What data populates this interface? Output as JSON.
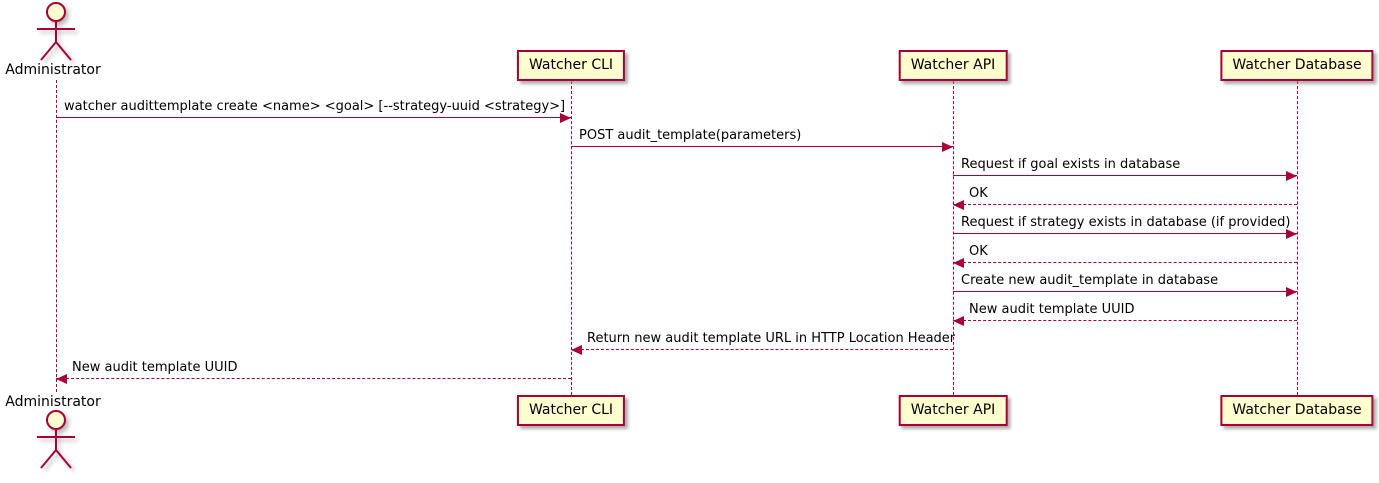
{
  "diagram": {
    "type": "uml-sequence-diagram",
    "colors": {
      "stroke": "#A80036",
      "participant_fill": "#FEFECE",
      "text": "#000000",
      "background": "#FFFFFF",
      "shadow": "#888888"
    },
    "participants": [
      {
        "id": "admin",
        "label": "Administrator",
        "kind": "actor"
      },
      {
        "id": "cli",
        "label": "Watcher CLI",
        "kind": "participant"
      },
      {
        "id": "api",
        "label": "Watcher API",
        "kind": "participant"
      },
      {
        "id": "db",
        "label": "Watcher Database",
        "kind": "participant"
      }
    ],
    "messages": [
      {
        "from": "admin",
        "to": "cli",
        "style": "solid",
        "label": "watcher audittemplate create <name> <goal> [--strategy-uuid <strategy>]"
      },
      {
        "from": "cli",
        "to": "api",
        "style": "solid",
        "label": "POST audit_template(parameters)"
      },
      {
        "from": "api",
        "to": "db",
        "style": "solid",
        "label": "Request if goal exists in database"
      },
      {
        "from": "db",
        "to": "api",
        "style": "dashed",
        "label": "OK"
      },
      {
        "from": "api",
        "to": "db",
        "style": "solid",
        "label": "Request if strategy exists in database (if provided)"
      },
      {
        "from": "db",
        "to": "api",
        "style": "dashed",
        "label": "OK"
      },
      {
        "from": "api",
        "to": "db",
        "style": "solid",
        "label": "Create new audit_template in database"
      },
      {
        "from": "db",
        "to": "api",
        "style": "dashed",
        "label": "New audit template UUID"
      },
      {
        "from": "api",
        "to": "cli",
        "style": "dashed",
        "label": "Return new audit template URL in HTTP Location Header"
      },
      {
        "from": "cli",
        "to": "admin",
        "style": "dashed",
        "label": "New audit template UUID"
      }
    ]
  }
}
